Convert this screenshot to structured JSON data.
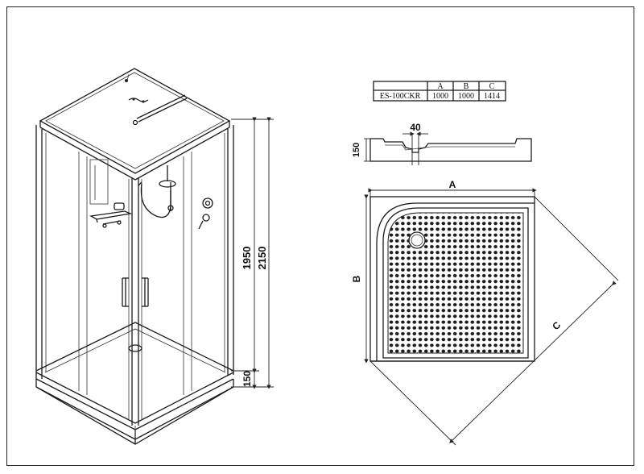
{
  "spec_table": {
    "headers": [
      "",
      "A",
      "B",
      "C"
    ],
    "row": [
      "ES-100CKR",
      "1000",
      "1000",
      "1414"
    ]
  },
  "dimensions": {
    "total_height": "2150",
    "cabin_height": "1950",
    "tray_height_side": "150",
    "tray_height_profile": "150",
    "drain_offset": "40",
    "side_a": "A",
    "side_b": "B",
    "diagonal_c": "C"
  },
  "colors": {
    "line": "#1a1a1a",
    "background": "#ffffff",
    "tray_dots": "#1a1a1a"
  },
  "icons": [
    "shower-cabin-drawing",
    "tray-profile-drawing",
    "tray-plan-drawing",
    "drain-icon"
  ]
}
